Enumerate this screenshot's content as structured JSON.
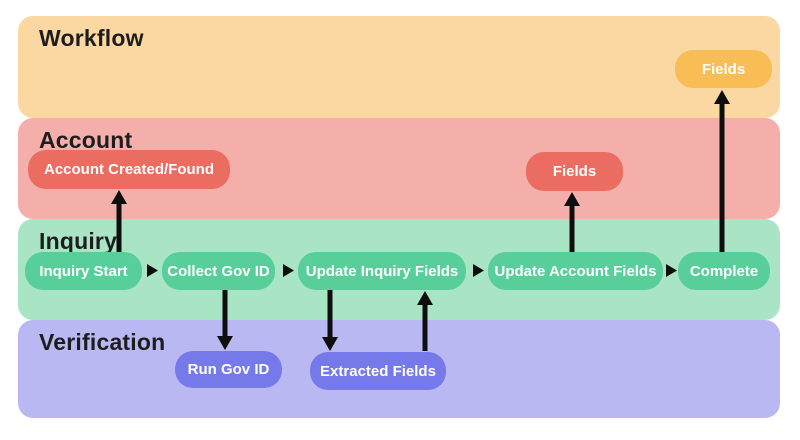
{
  "diagram": {
    "title": "",
    "lanes": [
      {
        "id": "workflow",
        "label": "Workflow",
        "bg": "#fbd8a2"
      },
      {
        "id": "account",
        "label": "Account",
        "bg": "#f5afab"
      },
      {
        "id": "inquiry",
        "label": "Inquiry",
        "bg": "#a9e4c5"
      },
      {
        "id": "verification",
        "label": "Verification",
        "bg": "#b9b8f3"
      }
    ],
    "nodes": [
      {
        "id": "fields-workflow",
        "label": "Fields",
        "lane": "workflow",
        "bg": "#f9bd56"
      },
      {
        "id": "account-created-found",
        "label": "Account Created/Found",
        "lane": "account",
        "bg": "#eb6c60"
      },
      {
        "id": "fields-account",
        "label": "Fields",
        "lane": "account",
        "bg": "#eb6c60"
      },
      {
        "id": "inquiry-start",
        "label": "Inquiry Start",
        "lane": "inquiry",
        "bg": "#58ce9b"
      },
      {
        "id": "collect-gov-id",
        "label": "Collect Gov ID",
        "lane": "inquiry",
        "bg": "#58ce9b"
      },
      {
        "id": "update-inquiry-fields",
        "label": "Update Inquiry Fields",
        "lane": "inquiry",
        "bg": "#58ce9b"
      },
      {
        "id": "update-account-fields",
        "label": "Update Account Fields",
        "lane": "inquiry",
        "bg": "#58ce9b"
      },
      {
        "id": "complete",
        "label": "Complete",
        "lane": "inquiry",
        "bg": "#58ce9b"
      },
      {
        "id": "run-gov-id",
        "label": "Run Gov ID",
        "lane": "verification",
        "bg": "#7579ea"
      },
      {
        "id": "extracted-fields",
        "label": "Extracted Fields",
        "lane": "verification",
        "bg": "#7579ea"
      }
    ],
    "edges": [
      {
        "from": "inquiry-start",
        "to": "account-created-found",
        "direction": "up"
      },
      {
        "from": "inquiry-start",
        "to": "collect-gov-id",
        "direction": "right"
      },
      {
        "from": "collect-gov-id",
        "to": "run-gov-id",
        "direction": "down"
      },
      {
        "from": "collect-gov-id",
        "to": "update-inquiry-fields",
        "direction": "right"
      },
      {
        "from": "update-inquiry-fields",
        "to": "extracted-fields",
        "direction": "down"
      },
      {
        "from": "extracted-fields",
        "to": "update-inquiry-fields",
        "direction": "up"
      },
      {
        "from": "update-inquiry-fields",
        "to": "update-account-fields",
        "direction": "right"
      },
      {
        "from": "update-account-fields",
        "to": "fields-account",
        "direction": "up"
      },
      {
        "from": "update-account-fields",
        "to": "complete",
        "direction": "right"
      },
      {
        "from": "complete",
        "to": "fields-workflow",
        "direction": "up"
      }
    ],
    "colors": {
      "arrow": "#0e0e0e",
      "lane_label_text": "#1d1d1d",
      "node_text": "#ffffff",
      "background": "#ffffff"
    }
  }
}
